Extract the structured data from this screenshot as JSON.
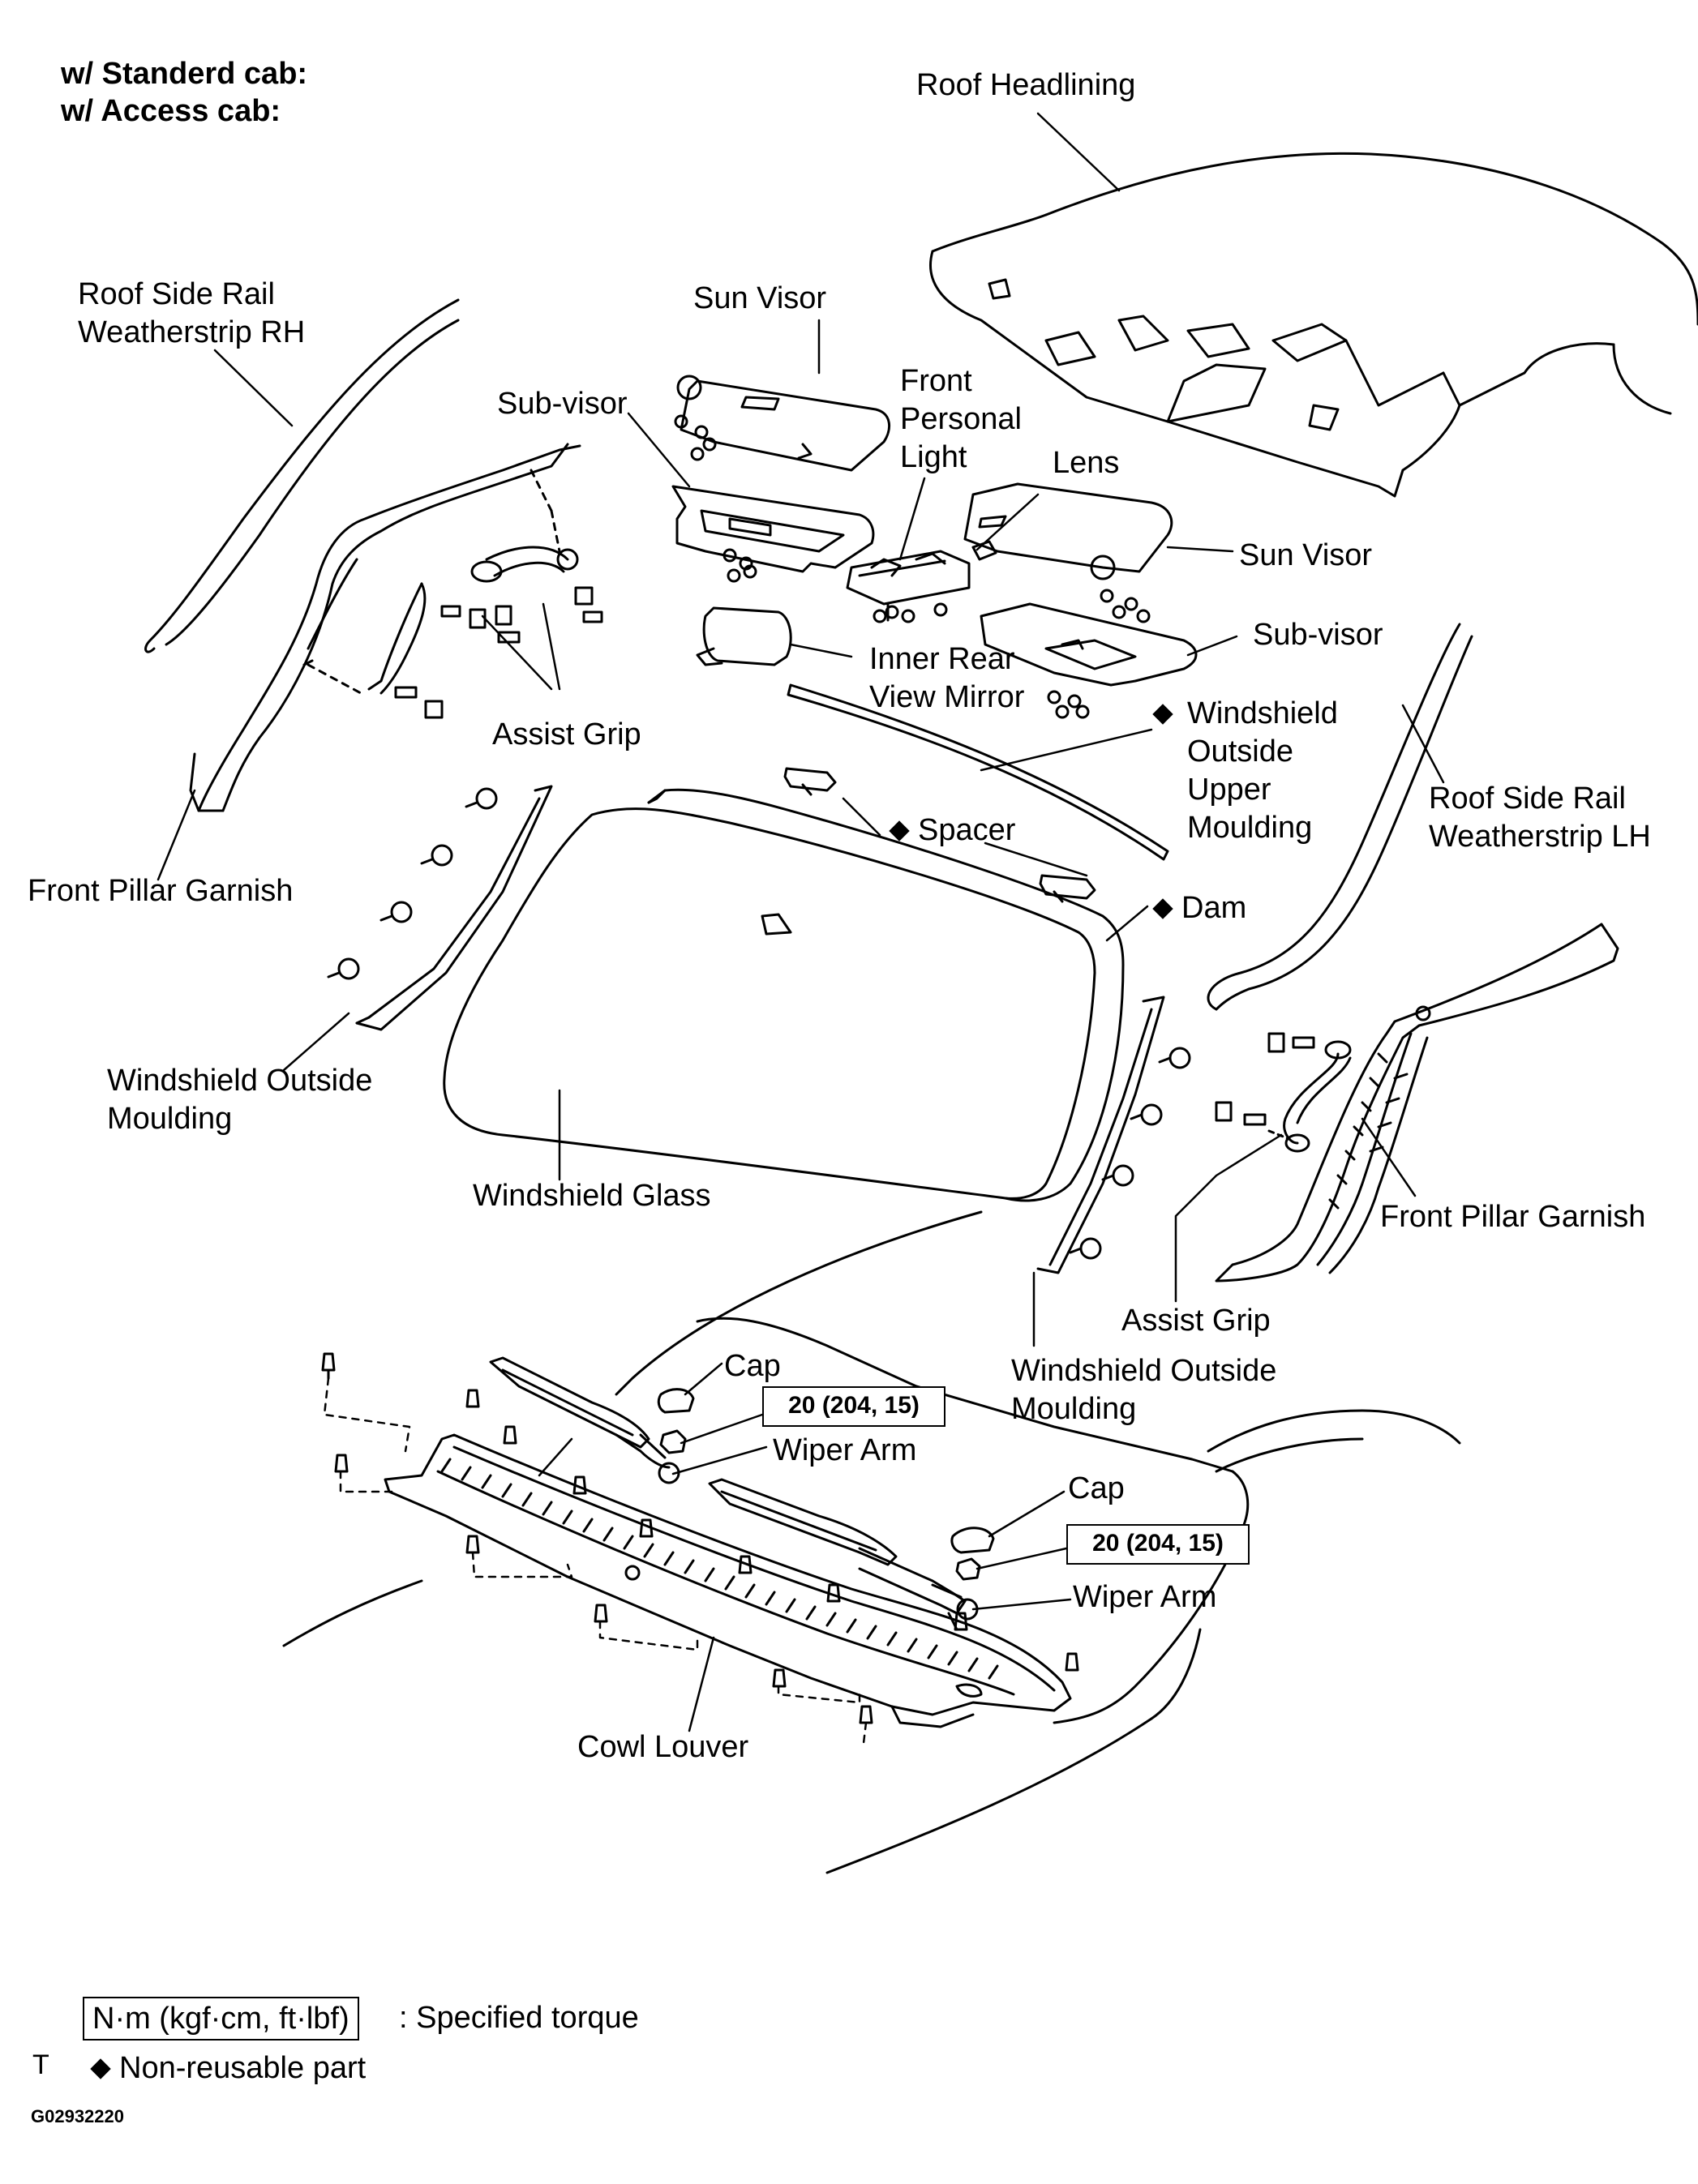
{
  "header": {
    "line1": "w/ Standerd cab:",
    "line2": "w/ Access cab:"
  },
  "labels": {
    "roof_headlining": "Roof Headlining",
    "roof_side_rail_rh": "Roof Side Rail\nWeatherstrip RH",
    "sun_visor_1": "Sun Visor",
    "sub_visor_1": "Sub-visor",
    "front_personal_light": "Front\nPersonal\nLight",
    "lens": "Lens",
    "sun_visor_2": "Sun Visor",
    "sub_visor_2": "Sub-visor",
    "inner_rear_view_mirror": "Inner Rear\nView Mirror",
    "assist_grip_1": "Assist Grip",
    "windshield_outside_upper_moulding": "Windshield\nOutside\nUpper\nMoulding",
    "roof_side_rail_lh": "Roof Side Rail\nWeatherstrip LH",
    "front_pillar_garnish_1": "Front Pillar Garnish",
    "spacer": "Spacer",
    "dam": "Dam",
    "windshield_outside_moulding_1": "Windshield Outside\nMoulding",
    "windshield_glass": "Windshield Glass",
    "front_pillar_garnish_2": "Front Pillar Garnish",
    "assist_grip_2": "Assist Grip",
    "windshield_outside_moulding_2": "Windshield Outside\nMoulding",
    "cap_1": "Cap",
    "wiper_arm_1": "Wiper Arm",
    "cap_2": "Cap",
    "wiper_arm_2": "Wiper Arm",
    "cowl_louver": "Cowl Louver"
  },
  "torque": {
    "value_1": "20 (204, 15)",
    "value_2": "20 (204, 15)"
  },
  "legend": {
    "torque_unit": "N·m (kgf·cm, ft·lbf)",
    "torque_desc": ": Specified torque",
    "marker": "T",
    "non_reusable": "Non-reusable part"
  },
  "figure_code": "G02932220"
}
